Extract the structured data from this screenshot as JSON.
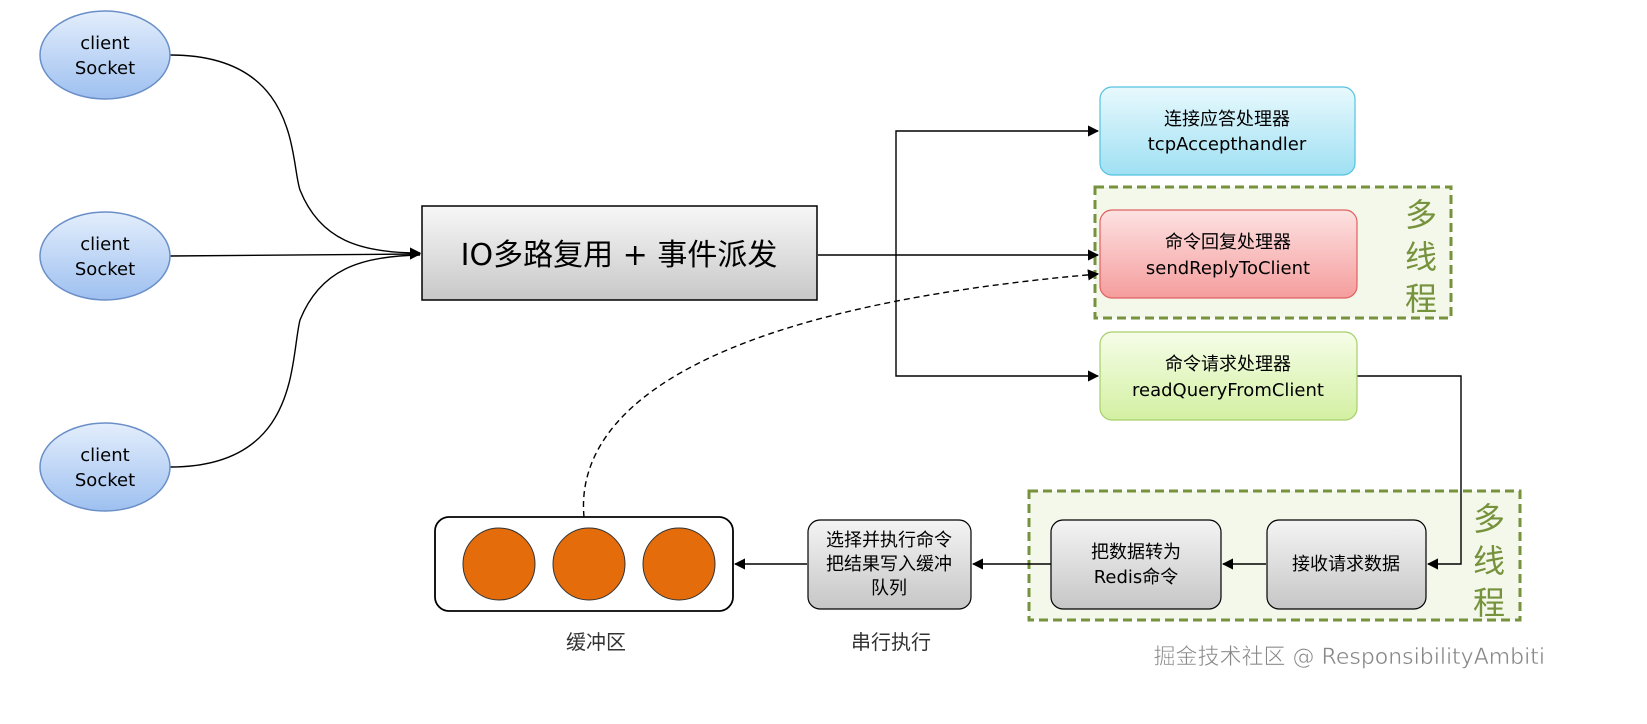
{
  "clients": [
    {
      "line1": "client",
      "line2": "Socket"
    },
    {
      "line1": "client",
      "line2": "Socket"
    },
    {
      "line1": "client",
      "line2": "Socket"
    }
  ],
  "dispatcher": {
    "label": "IO多路复用 + 事件派发"
  },
  "handlers": {
    "accept": {
      "line1": "连接应答处理器",
      "line2": "tcpAccepthandler"
    },
    "reply": {
      "line1": "命令回复处理器",
      "line2": "sendReplyToClient"
    },
    "request": {
      "line1": "命令请求处理器",
      "line2": "readQueryFromClient"
    }
  },
  "multithread_label_top": {
    "c1": "多",
    "c2": "线",
    "c3": "程"
  },
  "multithread_label_bottom": {
    "c1": "多",
    "c2": "线",
    "c3": "程"
  },
  "steps": {
    "receive": {
      "line1": "接收请求数据"
    },
    "convert": {
      "line1": "把数据转为",
      "line2": "Redis命令"
    },
    "execute": {
      "line1": "选择并执行命令",
      "line2": "把结果写入缓冲",
      "line3": "队列"
    }
  },
  "buffer_label": "缓冲区",
  "serial_label": "串行执行",
  "watermark": "掘金技术社区 @ ResponsibilityAmbiti",
  "colors": {
    "client_fill": "#a9c8f2",
    "accept_fill": "#aee6f5",
    "reply_fill": "#f7a9a9",
    "request_fill": "#dff5b8",
    "group_border": "#76923c",
    "group_label": "#76923c",
    "buffer_ball": "#e46c0a",
    "step_fill": "#d9d9d9"
  }
}
